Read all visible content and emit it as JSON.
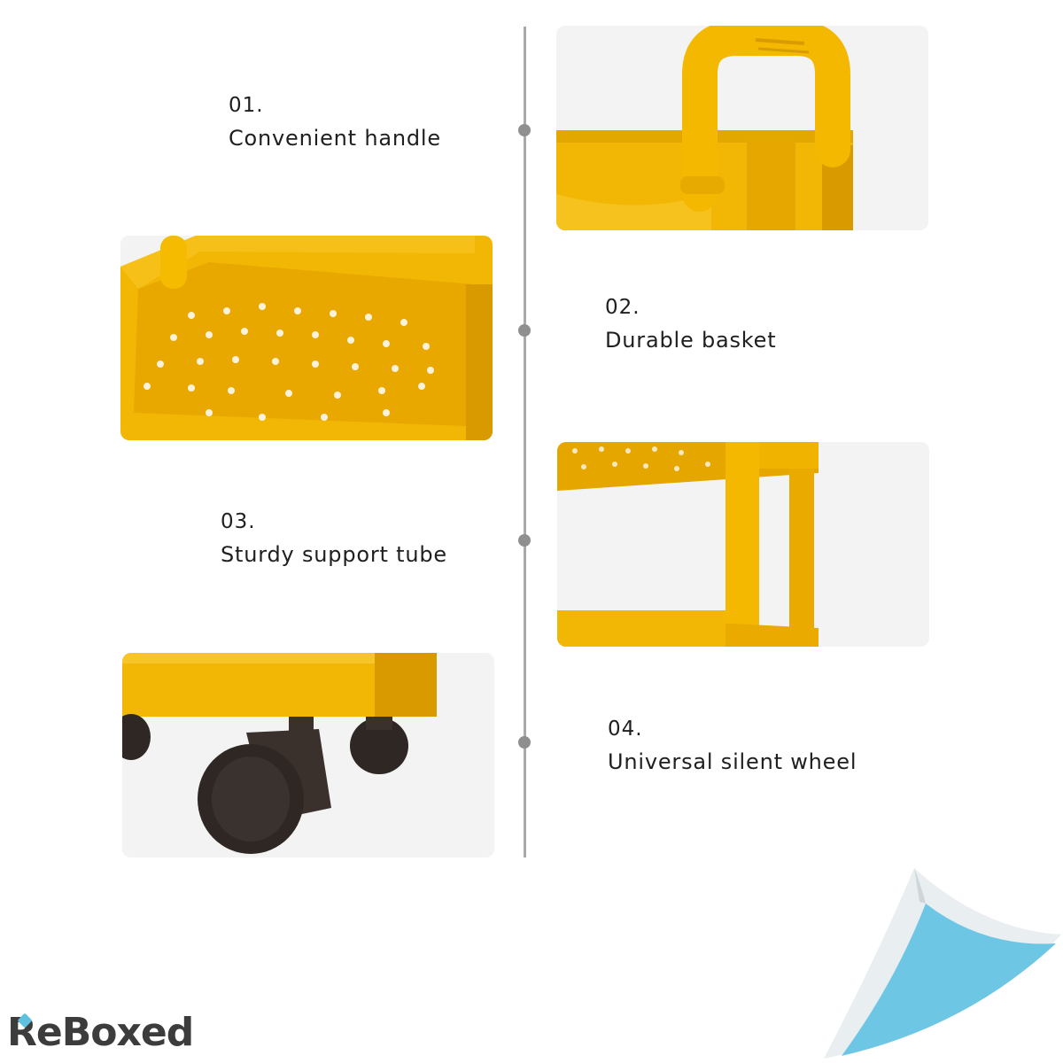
{
  "features": [
    {
      "number": "01.",
      "title": "Convenient handle"
    },
    {
      "number": "02.",
      "title": "Durable basket"
    },
    {
      "number": "03.",
      "title": "Sturdy support tube"
    },
    {
      "number": "04.",
      "title": "Universal silent wheel"
    }
  ],
  "brand": {
    "logo_text": "ReBoxed"
  },
  "colors": {
    "product_yellow": "#f2b705",
    "product_yellow_dark": "#d99a00",
    "wheel_dark": "#2e2724",
    "timeline_gray": "#a9a9a9",
    "corner_blue": "#6cc6e4"
  }
}
